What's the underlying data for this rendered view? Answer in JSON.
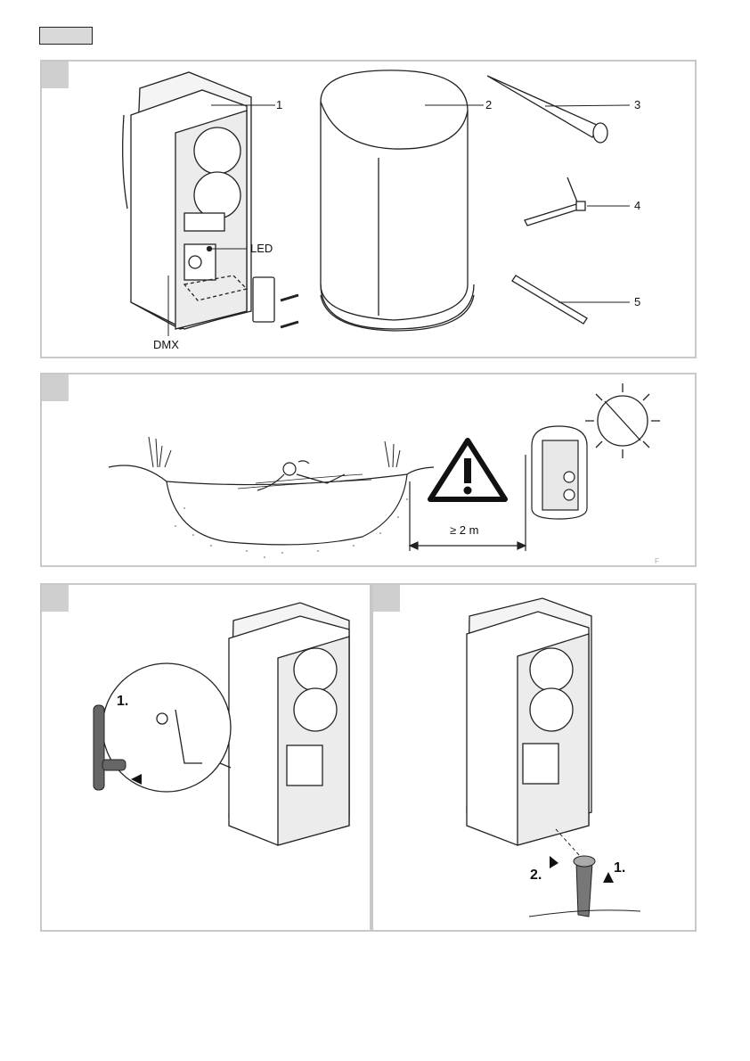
{
  "callouts": {
    "part1": "1",
    "part2": "2",
    "part3": "3",
    "part4": "4",
    "part5": "5",
    "led": "LED",
    "dmx": "DMX"
  },
  "distance": {
    "label": "≥ 2 m"
  },
  "footer_letter": "F",
  "steps": {
    "antenna_step": "1.",
    "stake_step1": "1.",
    "stake_step2": "2."
  }
}
